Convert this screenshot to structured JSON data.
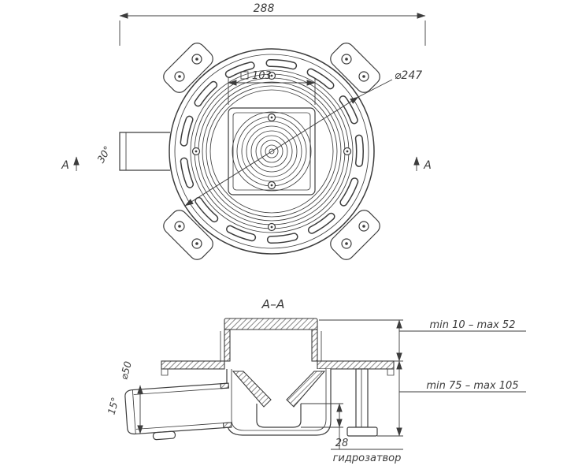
{
  "colors": {
    "line": "#3c3c3c",
    "background": "#ffffff"
  },
  "top_view": {
    "overall_width": "288",
    "outer_diameter": "⌀247",
    "grate_size": "103",
    "rotation_angle": "30°",
    "section_label_left": "A",
    "section_label_right": "A"
  },
  "section_view": {
    "title": "A–A",
    "grate_height_range": "min 10 – max 52",
    "body_height_range": "min 75 – max 105",
    "water_seal_height": "28",
    "water_seal_label": "гидрозатвор",
    "outlet_diameter": "⌀50",
    "outlet_angle": "15°"
  }
}
